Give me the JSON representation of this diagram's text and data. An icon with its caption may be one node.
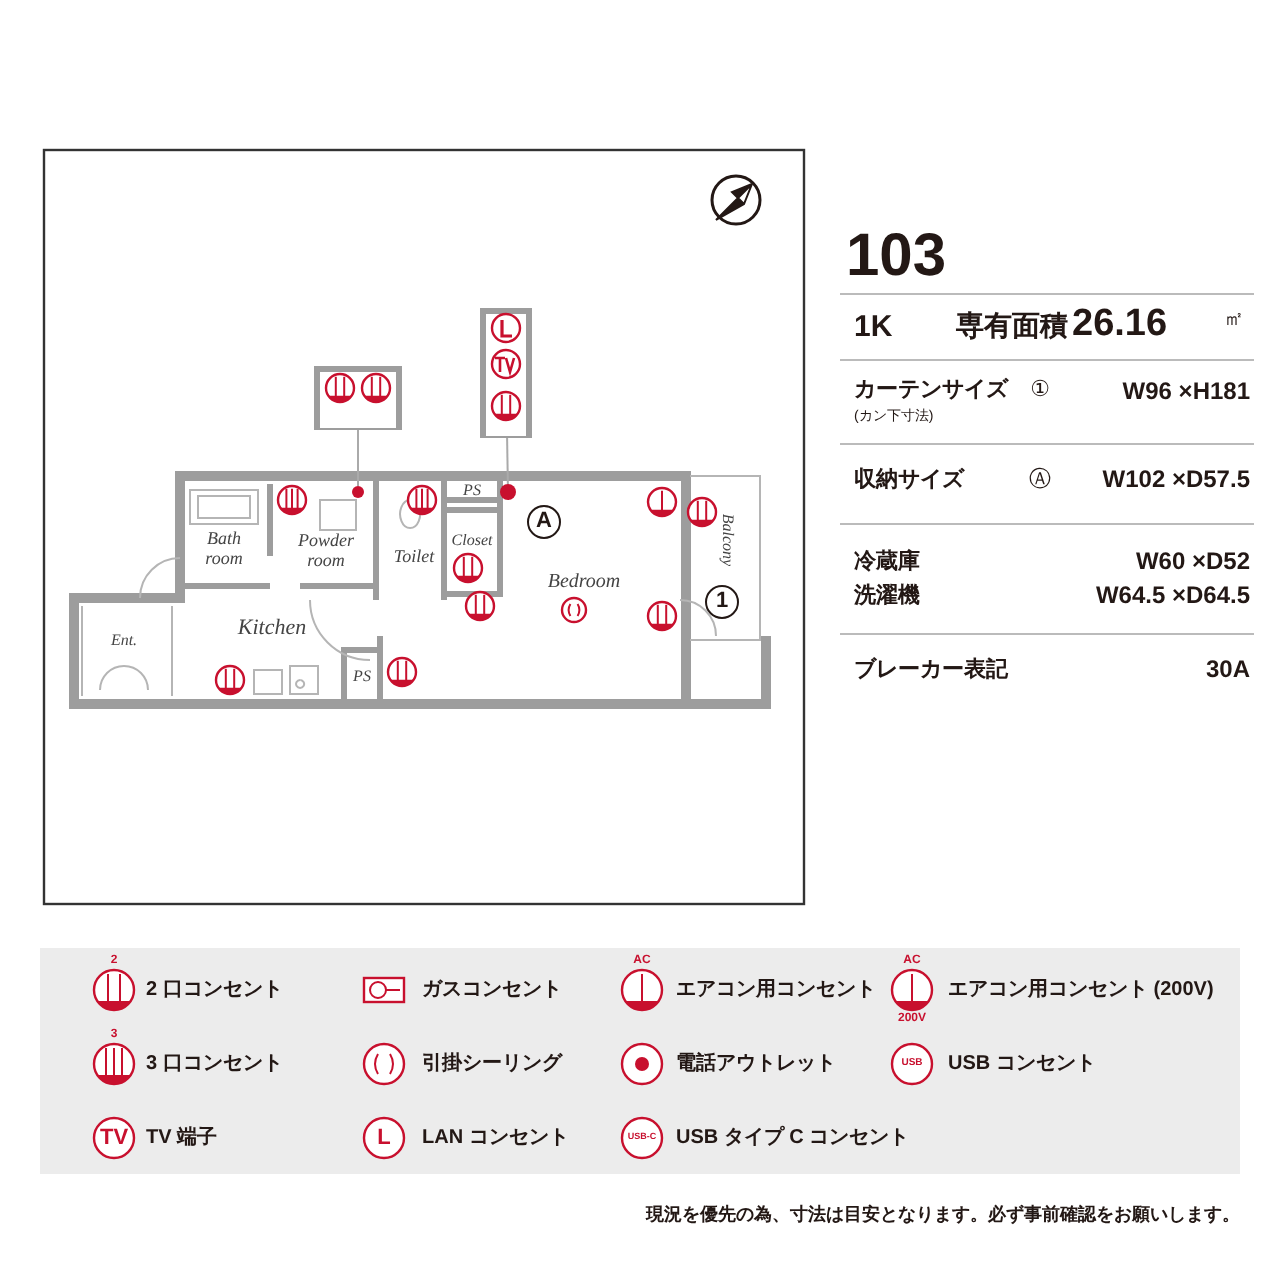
{
  "diagram": {
    "nodes": [
      {
        "text": [],
        "shape": "box"
      },
      {
        "text": [],
        "shape": "circle"
      },
      {
        "text": [],
        "shape": "box"
      },
      {
        "text": [],
        "shape": "circle"
      }
    ],
    "edges": [
      {
        "from": 0,
        "to": 1,
        "arrow": "none"
      },
      {
        "from": 2,
        "to": 3,
        "arrow": "none"
      }
    ],
    "labels": [
      "Bath room",
      "Powder room",
      "Toilet",
      "Closet",
      "PS",
      "A",
      "Balcony",
      "Bedroom",
      "1",
      "Ent.",
      "Kitchen",
      "PS",
      "103",
      "1K",
      "専有面積",
      "26.16",
      "㎡",
      "カーテンサイズ",
      "(カン下寸法)",
      "①",
      "W96 ×H181",
      "収納サイズ",
      "Ⓐ",
      "W102 ×D57.5",
      "冷蔵庫",
      "W60 ×D52",
      "洗濯機",
      "W64.5 ×D64.5",
      "ブレーカー表記",
      "30A",
      "2",
      "AC",
      "AC",
      "200V",
      "3",
      "USB",
      "TV",
      "L",
      "USB-C",
      "現況を優先の為、寸法は目安となります。必ず事前確認をお願いします。"
    ],
    "legend": [
      {
        "text": "2 口コンセント"
      },
      {
        "text": "ガスコンセント"
      },
      {
        "text": "エアコン用コンセント"
      },
      {
        "text": "エアコン用コンセント (200V)"
      },
      {
        "text": "3 口コンセント"
      },
      {
        "text": "引掛シーリング"
      },
      {
        "text": "電話アウトレット"
      },
      {
        "text": "USB コンセント"
      },
      {
        "text": "TV 端子"
      },
      {
        "text": "LAN コンセント"
      },
      {
        "text": "USB タイプ C コンセント"
      }
    ]
  }
}
